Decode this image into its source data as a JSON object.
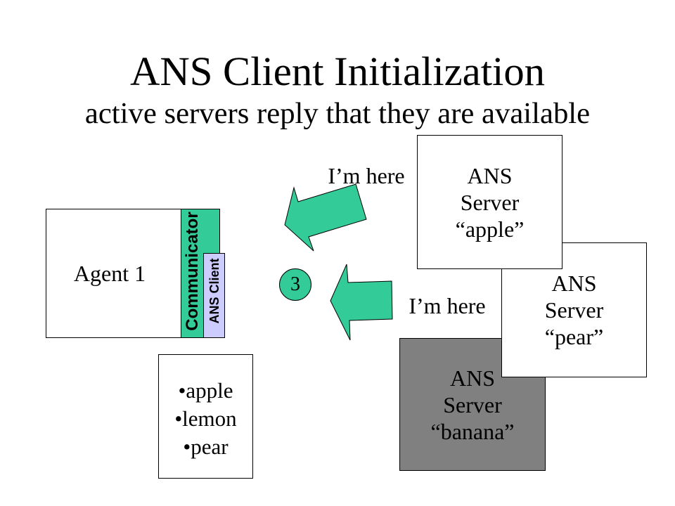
{
  "slide": {
    "title": "ANS Client Initialization",
    "subtitle": "active servers reply that they are available"
  },
  "agent": {
    "label": "Agent 1",
    "communicator_label": "Communicator",
    "client_label": "ANS Client"
  },
  "step": {
    "number": "3"
  },
  "replies": [
    "I’m here",
    "I’m here"
  ],
  "servers": [
    {
      "lines": [
        "ANS",
        "Server",
        "“apple”"
      ],
      "fill": "#ffffff"
    },
    {
      "lines": [
        "ANS",
        "Server",
        "“pear”"
      ],
      "fill": "#ffffff"
    },
    {
      "lines": [
        "ANS",
        "Server",
        "“banana”"
      ],
      "fill": "#808080"
    }
  ],
  "server_list": {
    "items": [
      "apple",
      "lemon",
      "pear"
    ]
  },
  "colors": {
    "accent": "#33cc99",
    "client": "#ccccff",
    "ink": "#000000"
  }
}
